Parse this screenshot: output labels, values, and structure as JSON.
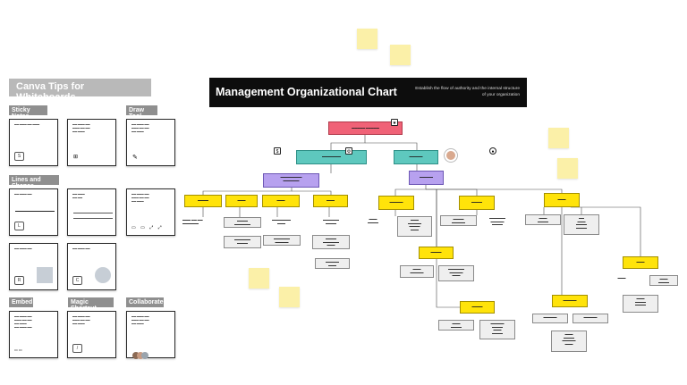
{
  "tips": {
    "title": "Canva Tips for Whiteboards",
    "sections": {
      "sticky": "Sticky Notes",
      "draw": "Draw Tool",
      "lines": "Lines and Shapes",
      "embed": "Embed",
      "magic": "Magic Shortcut",
      "collab": "Collaborate"
    }
  },
  "banner": {
    "title": "Management Organizational Chart",
    "subtitle": "Establish the flow of authority and the internal structure of your organization"
  },
  "colors": {
    "pink": "#f06277",
    "teal": "#5ec8be",
    "purple": "#b7a1ef",
    "yellow": "#ffe30a",
    "sticky": "#fbf0a8"
  }
}
